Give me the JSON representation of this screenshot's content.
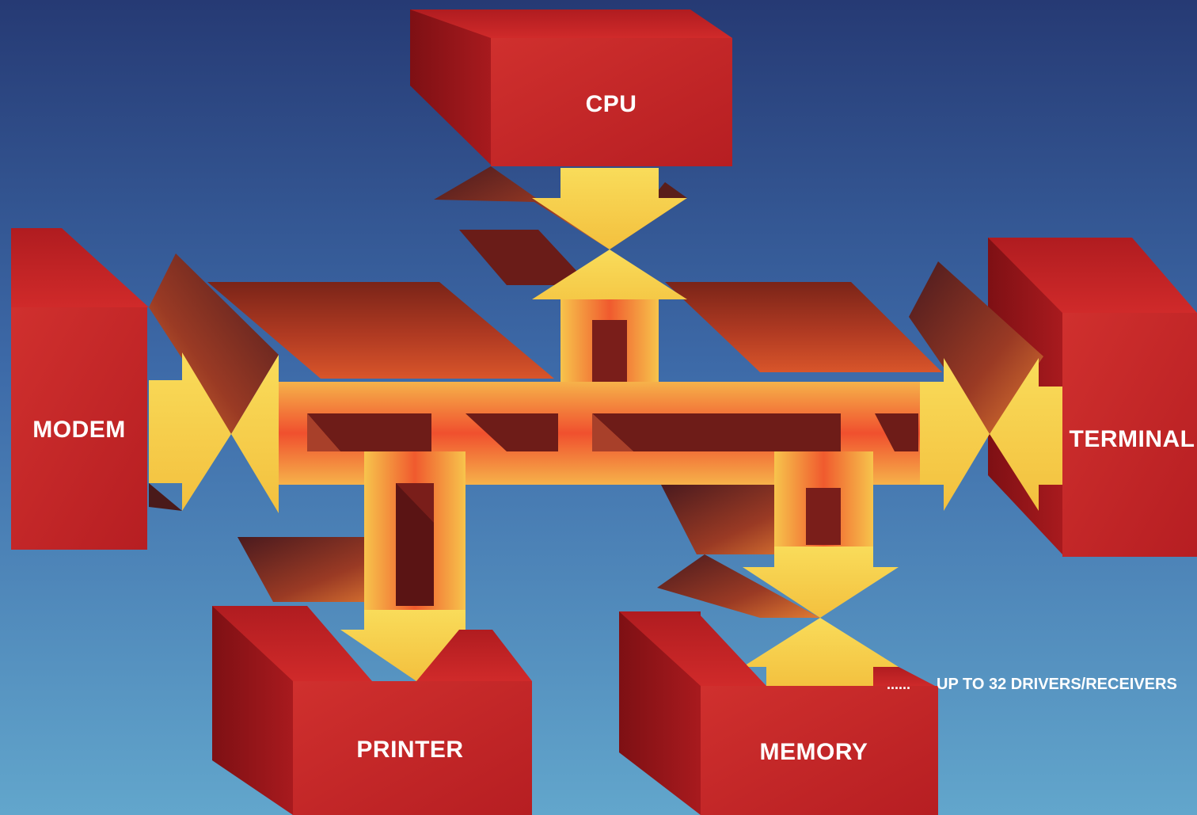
{
  "diagram": {
    "blocks": [
      {
        "id": "cpu",
        "label": "CPU"
      },
      {
        "id": "modem",
        "label": "MODEM"
      },
      {
        "id": "terminal",
        "label": "TERMINAL"
      },
      {
        "id": "printer",
        "label": "PRINTER"
      },
      {
        "id": "memory",
        "label": "MEMORY"
      }
    ],
    "annotation": {
      "leader": "......",
      "text": "UP TO 32 DRIVERS/RECEIVERS"
    }
  },
  "colors": {
    "sky_top": "#2a3e78",
    "sky_bottom": "#5fa0c8",
    "block_face": "#c8262a",
    "block_side": "#8c1418",
    "arrow_yellow": "#f7d04e",
    "bus_orange": "#f0582c"
  }
}
